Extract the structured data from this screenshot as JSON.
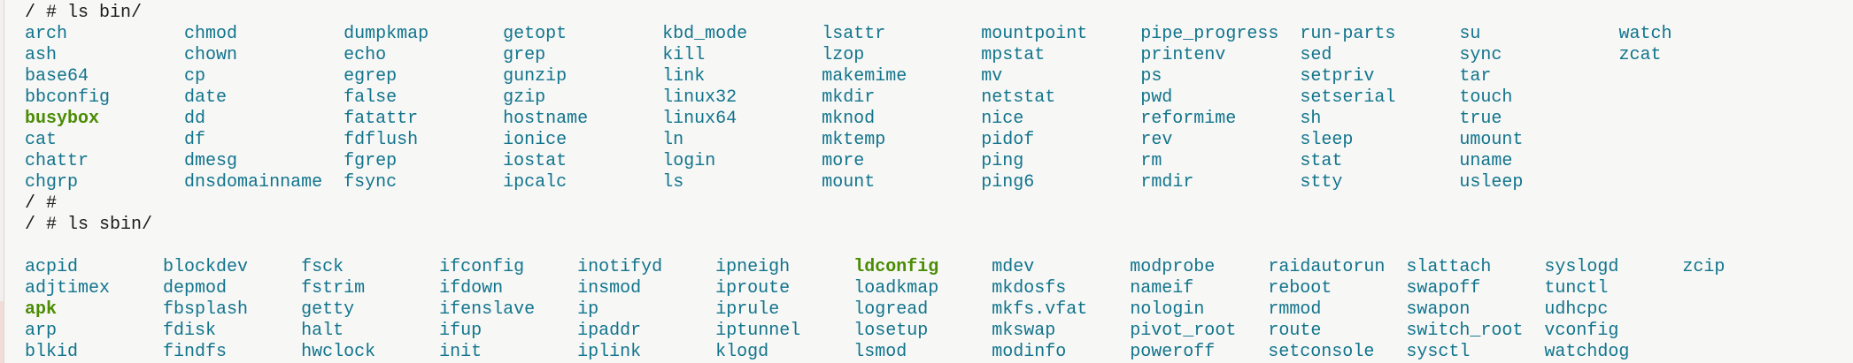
{
  "terminal": {
    "prompt": "/ #",
    "commands": {
      "first": "ls bin/",
      "second": "ls sbin/"
    },
    "listings": {
      "bin": {
        "rows": 8,
        "column_width_chars": 15,
        "entries": [
          "arch",
          "ash",
          "base64",
          "bbconfig",
          "busybox",
          "cat",
          "chattr",
          "chgrp",
          "chmod",
          "chown",
          "cp",
          "date",
          "dd",
          "df",
          "dmesg",
          "dnsdomainname",
          "dumpkmap",
          "echo",
          "egrep",
          "false",
          "fatattr",
          "fdflush",
          "fgrep",
          "fsync",
          "getopt",
          "grep",
          "gunzip",
          "gzip",
          "hostname",
          "ionice",
          "iostat",
          "ipcalc",
          "kbd_mode",
          "kill",
          "link",
          "linux32",
          "linux64",
          "ln",
          "login",
          "ls",
          "lsattr",
          "lzop",
          "makemime",
          "mkdir",
          "mknod",
          "mktemp",
          "more",
          "mount",
          "mountpoint",
          "mpstat",
          "mv",
          "netstat",
          "nice",
          "pidof",
          "ping",
          "ping6",
          "pipe_progress",
          "printenv",
          "ps",
          "pwd",
          "reformime",
          "rev",
          "rm",
          "rmdir",
          "run-parts",
          "sed",
          "setpriv",
          "setserial",
          "sh",
          "sleep",
          "stat",
          "stty",
          "su",
          "sync",
          "tar",
          "touch",
          "true",
          "umount",
          "uname",
          "usleep",
          "watch",
          "zcat"
        ],
        "executables": [
          "busybox"
        ]
      },
      "sbin": {
        "rows": 5,
        "column_width_chars": 13,
        "entries": [
          "acpid",
          "adjtimex",
          "apk",
          "arp",
          "blkid",
          "blockdev",
          "depmod",
          "fbsplash",
          "fdisk",
          "findfs",
          "fsck",
          "fstrim",
          "getty",
          "halt",
          "hwclock",
          "ifconfig",
          "ifdown",
          "ifenslave",
          "ifup",
          "init",
          "inotifyd",
          "insmod",
          "ip",
          "ipaddr",
          "iplink",
          "ipneigh",
          "iproute",
          "iprule",
          "iptunnel",
          "klogd",
          "ldconfig",
          "loadkmap",
          "logread",
          "losetup",
          "lsmod",
          "mdev",
          "mkdosfs",
          "mkfs.vfat",
          "mkswap",
          "modinfo",
          "modprobe",
          "nameif",
          "nologin",
          "pivot_root",
          "poweroff",
          "raidautorun",
          "reboot",
          "rmmod",
          "route",
          "setconsole",
          "slattach",
          "swapoff",
          "swapon",
          "switch_root",
          "sysctl",
          "syslogd",
          "tunctl",
          "udhcpc",
          "vconfig",
          "watchdog",
          "zcip"
        ],
        "executables": [
          "apk",
          "ldconfig"
        ]
      }
    },
    "gap_lines_after_second_command": 1,
    "colors": {
      "background": "#f7f7f6",
      "prompt_text": "#1b1b1b",
      "entry_text": "#11748c",
      "executable_text": "#4b8c04",
      "scrollbar_track": "#f2f0ef",
      "scrollbar_border": "#d9d5d3",
      "scrollbar_thumb": "#f1dcda"
    }
  }
}
